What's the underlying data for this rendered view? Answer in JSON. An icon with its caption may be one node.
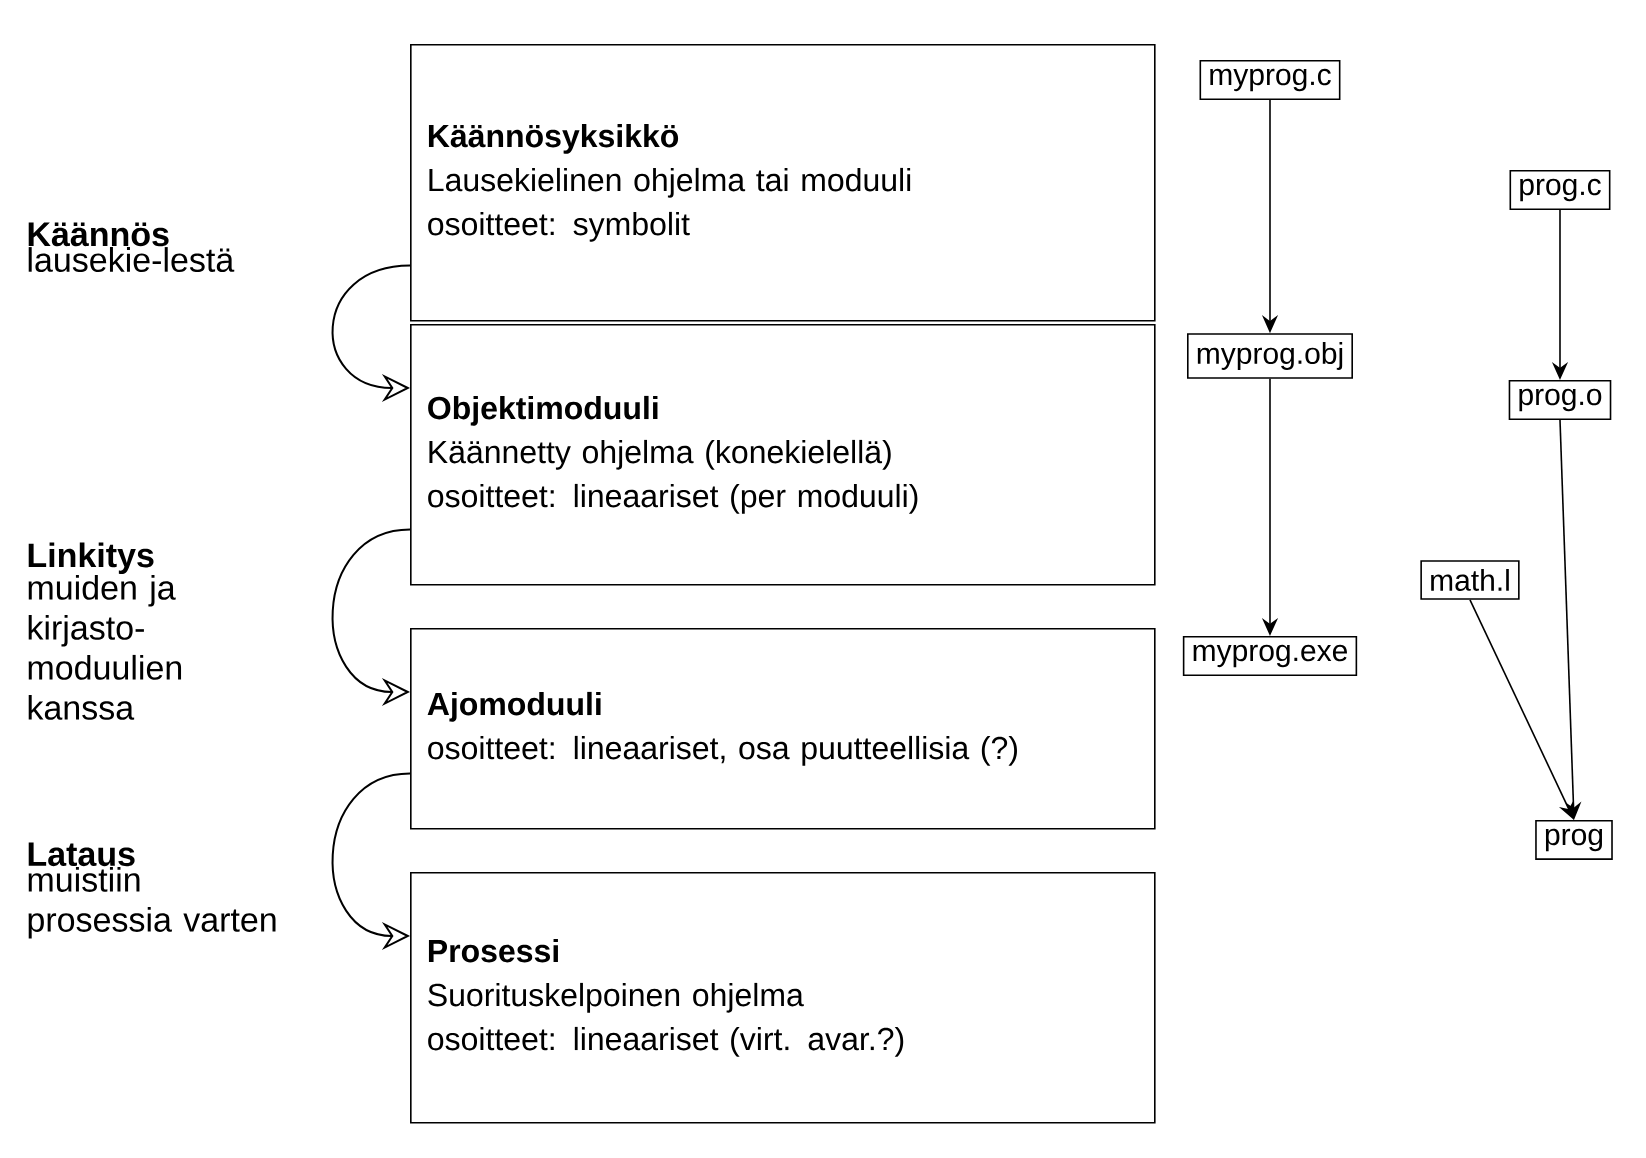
{
  "diagram": {
    "nodes": [
      {
        "text": [
          "Käännösyksikkö",
          "Lausekielinen ohjelma tai moduuli",
          "osoitteet: symbolit"
        ]
      },
      {
        "text": [
          "myprog.c"
        ]
      },
      {
        "text": [
          "Objektimoduuli",
          "Käännetty ohjelma (konekielellä)",
          "osoitteet: lineaariset (per moduuli)"
        ]
      },
      {
        "text": [
          "myprog.obj"
        ]
      },
      {
        "text": [
          "Ajomoduuli",
          "osoitteet: lineaariset, osa puutteellisia (?)"
        ]
      },
      {
        "text": [
          "myprog.exe"
        ]
      },
      {
        "text": [
          "Prosessi",
          "Suorituskelpoinen ohjelma",
          "osoitteet: lineaariset (virt. avar.?)"
        ]
      },
      {
        "text": [
          "prog.c"
        ]
      },
      {
        "text": [
          "prog.o"
        ]
      },
      {
        "text": [
          "math.l"
        ]
      },
      {
        "text": [
          "prog"
        ]
      }
    ],
    "edges": [
      {
        "from": 0,
        "to": 2,
        "arrow": "to"
      },
      {
        "from": 2,
        "to": 4,
        "arrow": "to"
      },
      {
        "from": 4,
        "to": 6,
        "arrow": "to"
      },
      {
        "from": 1,
        "to": 3,
        "arrow": "to"
      },
      {
        "from": 3,
        "to": 5,
        "arrow": "to"
      },
      {
        "from": 7,
        "to": 8,
        "arrow": "to"
      },
      {
        "from": 8,
        "to": 10,
        "arrow": "to"
      },
      {
        "from": 9,
        "to": 10,
        "arrow": "to"
      }
    ],
    "labels": [
      "Käännös",
      "lausekie-lestä",
      "Linkitys",
      "muiden ja kirjasto-moduulien kanssa",
      "Lataus",
      "muistiin prosessia varten"
    ]
  }
}
